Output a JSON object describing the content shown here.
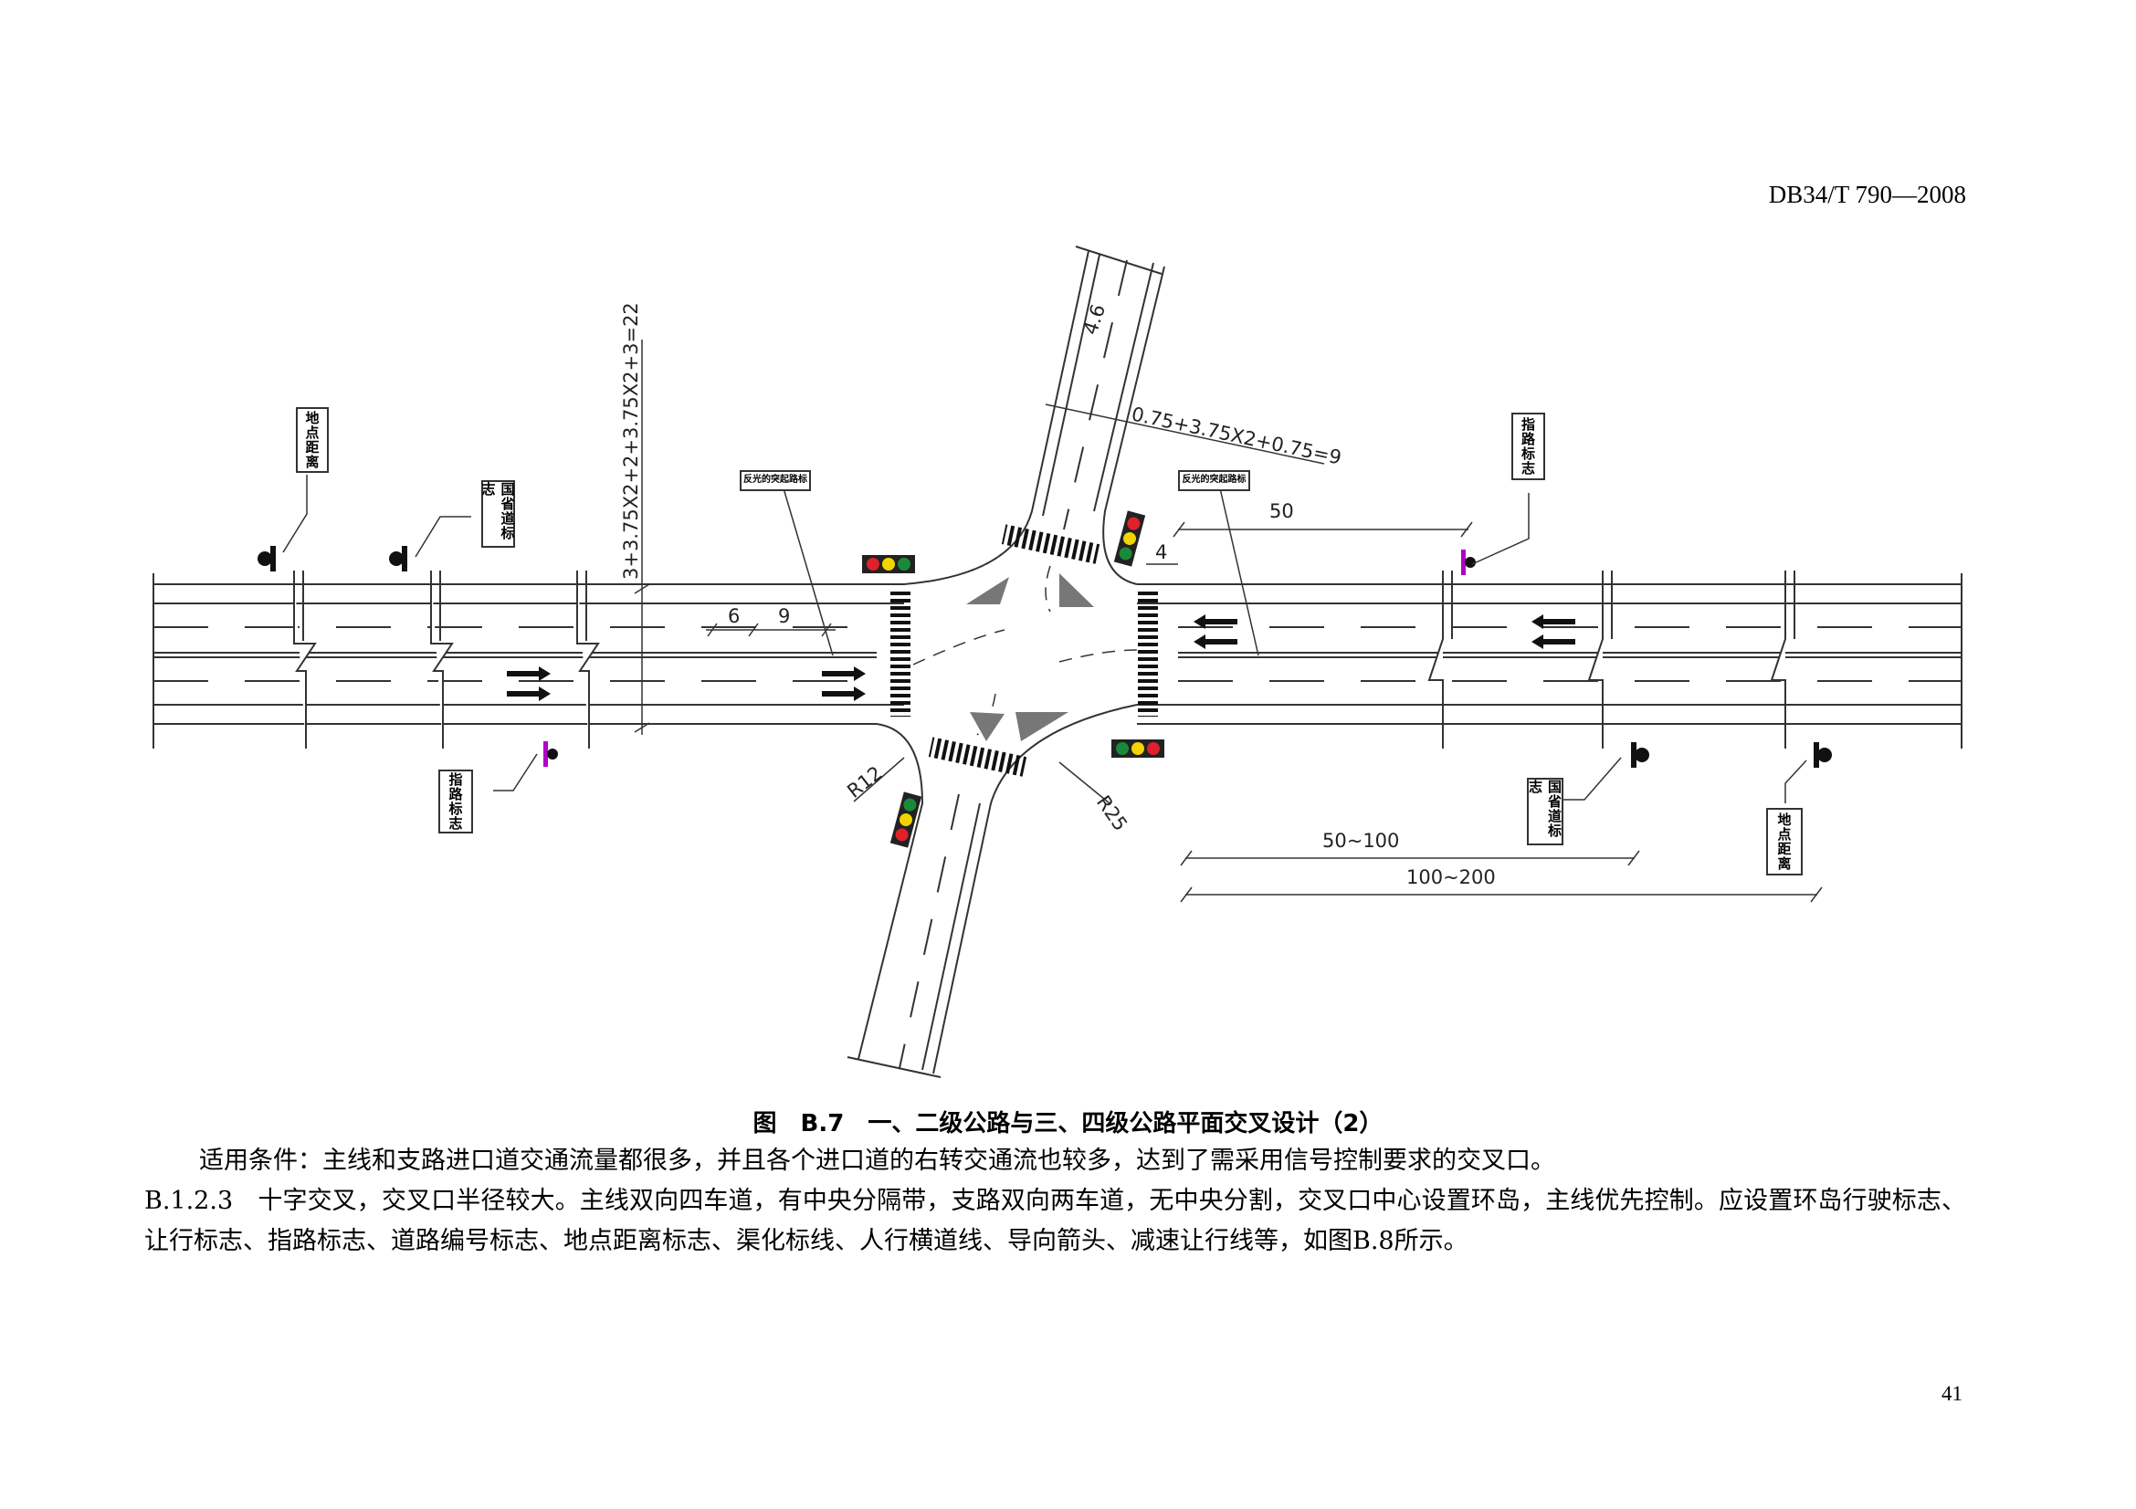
{
  "header": {
    "standard_code": "DB34/T 790—2008"
  },
  "figure": {
    "dimensions": {
      "main_width": "3+3.75X2+2+3.75X2+3=22",
      "dim_6": "6",
      "dim_9": "9",
      "branch_lane": "4.6",
      "branch_width": "0.75+3.75X2+0.75=9",
      "dim_50": "50",
      "dim_4": "4",
      "radius_small": "R12",
      "radius_large": "R25",
      "dist_near": "50~100",
      "dist_far": "100~200"
    },
    "signs": {
      "location_distance_left": "地点距离",
      "national_road_left": "国省道标志",
      "raised_marker_left": "反光的突起路标",
      "raised_marker_right": "反光的突起路标",
      "guide_sign_right": "指路标志",
      "guide_sign_left": "指路标志",
      "national_road_right": "国省道标志",
      "location_distance_right": "地点距离"
    },
    "signal_colors": {
      "red": "#e0202a",
      "yellow": "#f2d400",
      "green": "#1a8a3a",
      "sign_post": "#b000c8"
    }
  },
  "caption": "图　B.7　一、二级公路与三、四级公路平面交叉设计（2）",
  "body": {
    "paragraph1": "适用条件：主线和支路进口道交通流量都很多，并且各个进口道的右转交通流也较多，达到了需采用信号控制要求的交叉口。",
    "paragraph2": "B.1.2.3　十字交叉，交叉口半径较大。主线双向四车道，有中央分隔带，支路双向两车道，无中央分割，交叉口中心设置环岛，主线优先控制。应设置环岛行驶标志、让行标志、指路标志、道路编号标志、地点距离标志、渠化标线、人行横道线、导向箭头、减速让行线等，如图B.8所示。"
  },
  "page_number": "41"
}
